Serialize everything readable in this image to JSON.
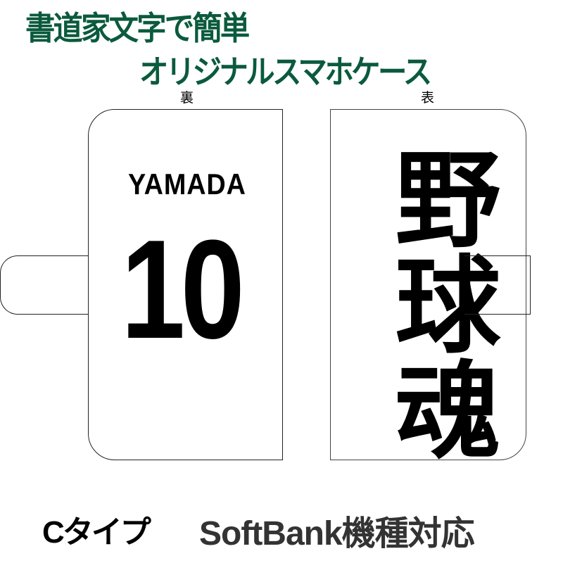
{
  "header": {
    "title_line1": "書道家文字で簡単",
    "title_line2": "オリジナルスマホケース",
    "title_color": "#0b5a3e"
  },
  "back_side": {
    "label": "裏",
    "player_name": "YAMADA",
    "player_number": "10"
  },
  "front_side": {
    "label": "表",
    "calligraphy_text": "野球魂"
  },
  "footer": {
    "type_label": "Cタイプ",
    "compatibility_label": "SoftBank機種対応"
  }
}
